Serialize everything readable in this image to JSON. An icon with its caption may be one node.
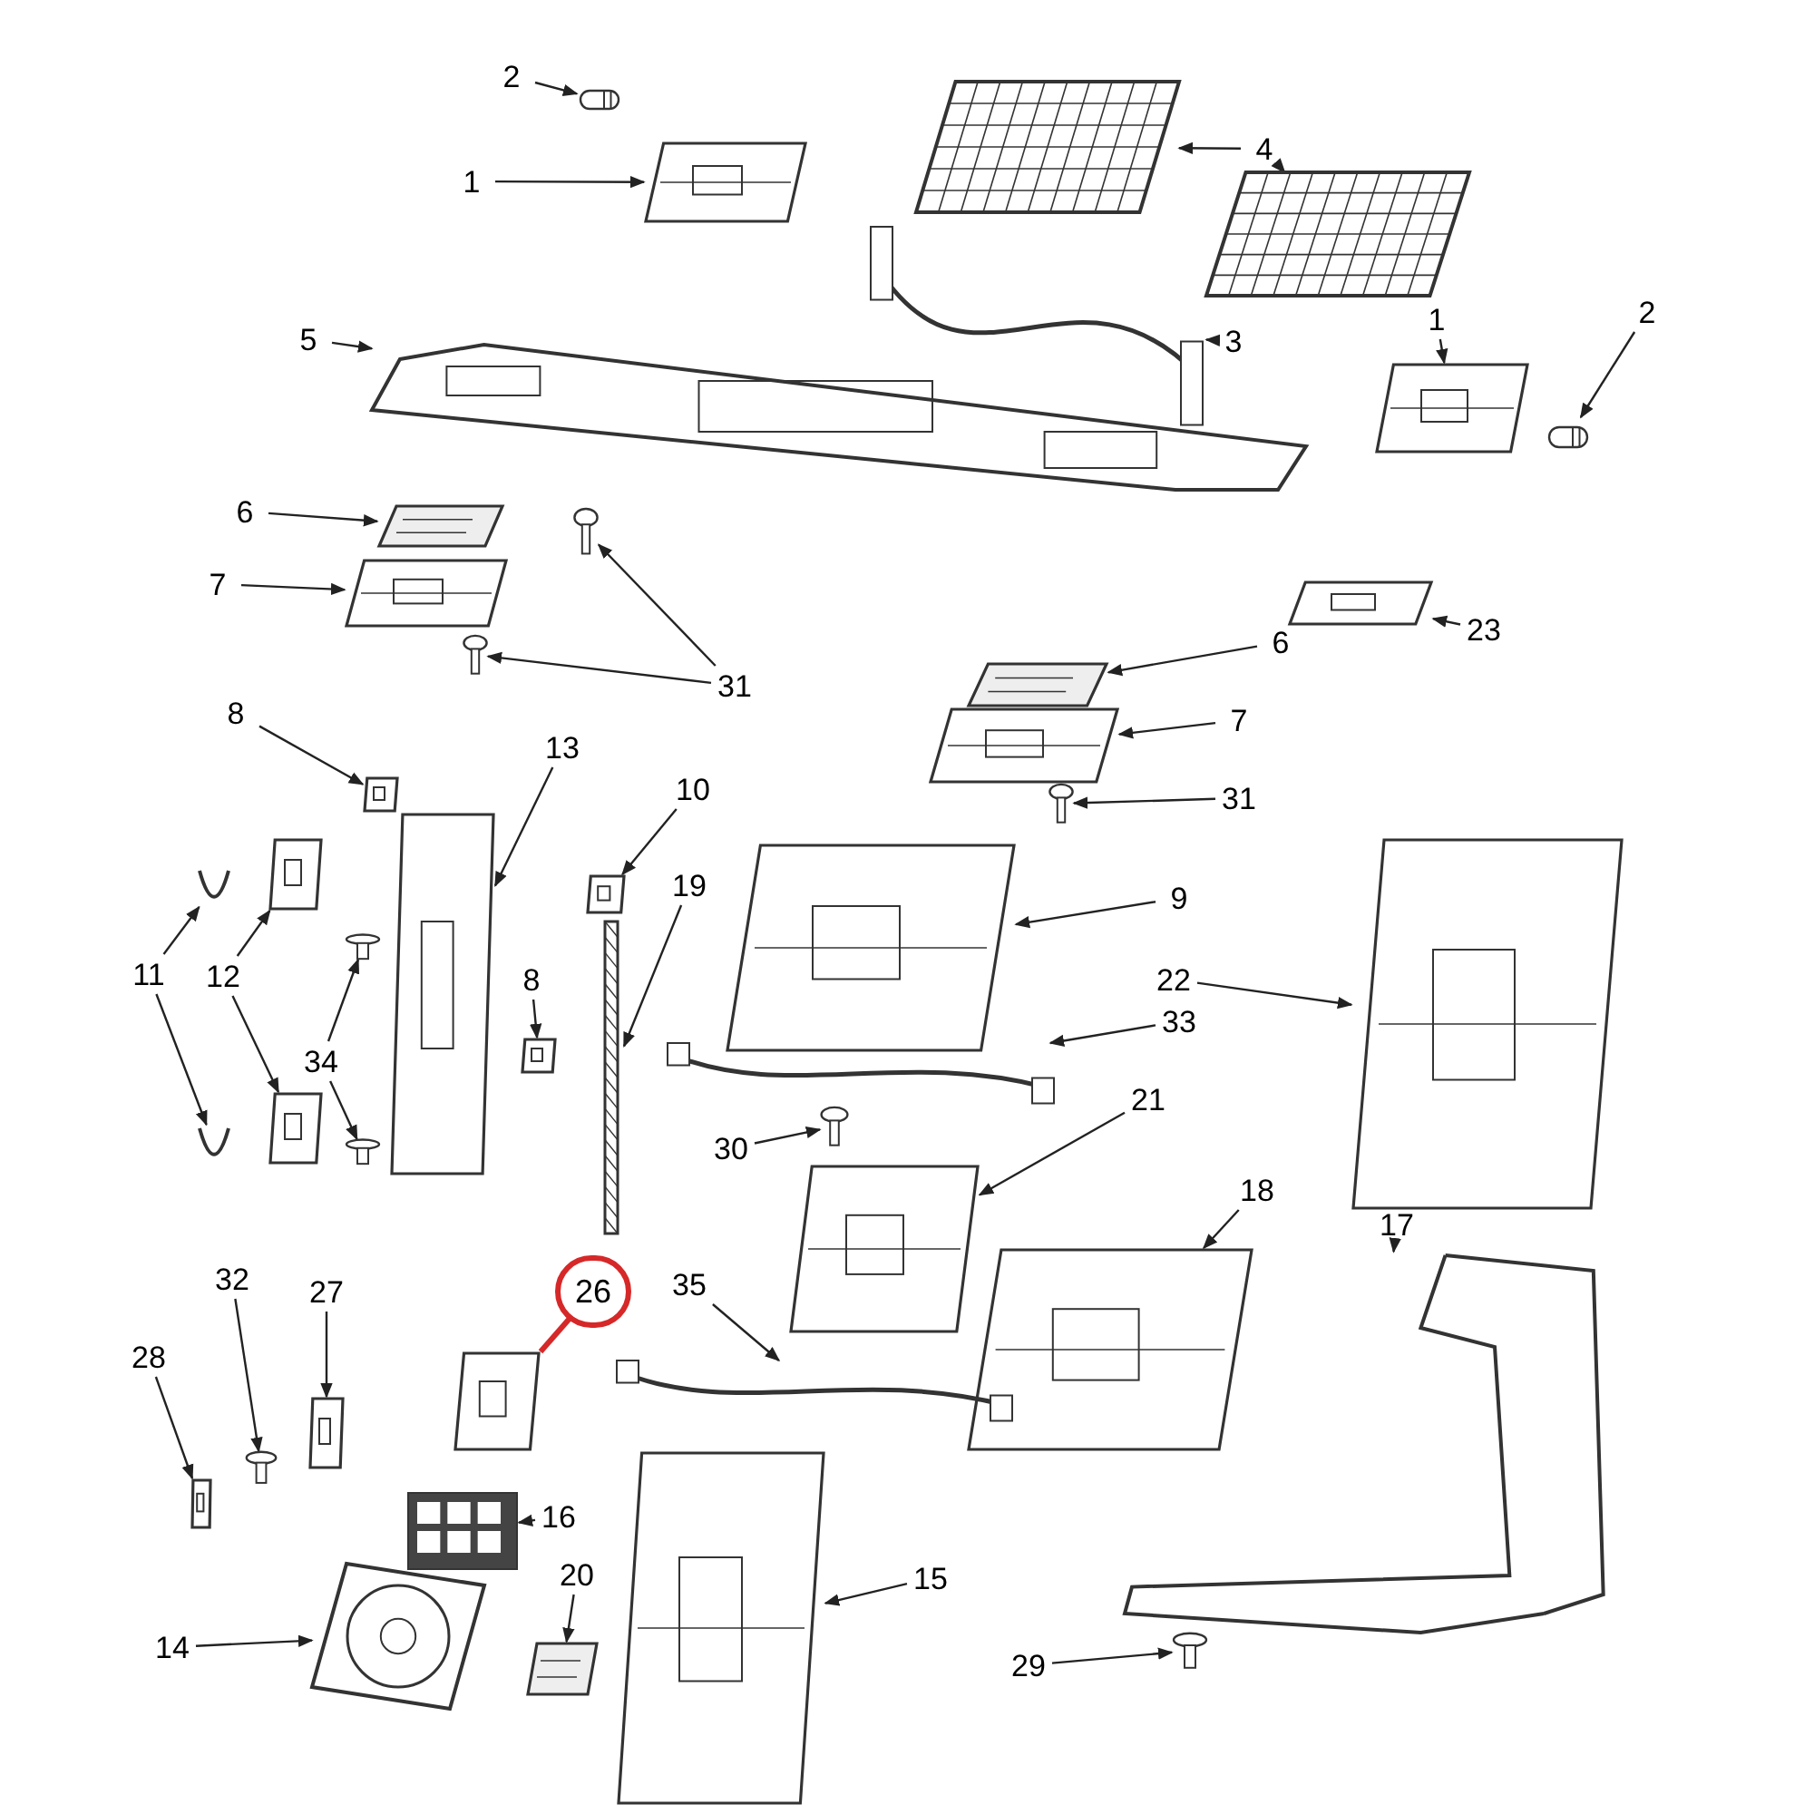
{
  "diagram": {
    "nodes": [
      {
        "text": [
          "2"
        ]
      },
      {
        "text": [],
        "shape": "picture"
      },
      {
        "text": [
          "1"
        ]
      },
      {
        "text": [],
        "shape": "picture"
      },
      {
        "text": [
          "4"
        ]
      },
      {
        "text": [],
        "shape": "picture"
      },
      {
        "text": [],
        "shape": "picture"
      },
      {
        "text": [
          "3"
        ]
      },
      {
        "text": [],
        "shape": "picture"
      },
      {
        "text": [
          "1"
        ]
      },
      {
        "text": [],
        "shape": "picture"
      },
      {
        "text": [
          "2"
        ]
      },
      {
        "text": [],
        "shape": "picture"
      },
      {
        "text": [
          "5"
        ]
      },
      {
        "text": [],
        "shape": "picture"
      },
      {
        "text": [
          "6"
        ]
      },
      {
        "text": [],
        "shape": "picture"
      },
      {
        "text": [
          "7"
        ]
      },
      {
        "text": [],
        "shape": "picture"
      },
      {
        "text": [
          "31"
        ]
      },
      {
        "text": [],
        "shape": "picture"
      },
      {
        "text": [],
        "shape": "picture"
      },
      {
        "text": [
          "23"
        ]
      },
      {
        "text": [],
        "shape": "picture"
      },
      {
        "text": [
          "6"
        ]
      },
      {
        "text": [],
        "shape": "picture"
      },
      {
        "text": [
          "7"
        ]
      },
      {
        "text": [],
        "shape": "picture"
      },
      {
        "text": [
          "31"
        ]
      },
      {
        "text": [],
        "shape": "picture"
      },
      {
        "text": [
          "8"
        ]
      },
      {
        "text": [],
        "shape": "picture"
      },
      {
        "text": [
          "13"
        ]
      },
      {
        "text": [],
        "shape": "picture"
      },
      {
        "text": [
          "10"
        ]
      },
      {
        "text": [],
        "shape": "picture"
      },
      {
        "text": [
          "11"
        ]
      },
      {
        "text": [],
        "shape": "picture"
      },
      {
        "text": [],
        "shape": "picture"
      },
      {
        "text": [
          "12"
        ]
      },
      {
        "text": [],
        "shape": "picture"
      },
      {
        "text": [],
        "shape": "picture"
      },
      {
        "text": [
          "34"
        ]
      },
      {
        "text": [],
        "shape": "picture"
      },
      {
        "text": [],
        "shape": "picture"
      },
      {
        "text": [
          "8"
        ]
      },
      {
        "text": [],
        "shape": "picture"
      },
      {
        "text": [
          "19"
        ]
      },
      {
        "text": [],
        "shape": "picture"
      },
      {
        "text": [
          "9"
        ]
      },
      {
        "text": [],
        "shape": "picture"
      },
      {
        "text": [
          "22"
        ]
      },
      {
        "text": [],
        "shape": "picture"
      },
      {
        "text": [
          "33"
        ]
      },
      {
        "text": [],
        "shape": "picture"
      },
      {
        "text": [
          "30"
        ]
      },
      {
        "text": [],
        "shape": "picture"
      },
      {
        "text": [
          "21"
        ]
      },
      {
        "text": [],
        "shape": "picture"
      },
      {
        "text": [
          "18"
        ]
      },
      {
        "text": [],
        "shape": "picture"
      },
      {
        "text": [
          "17"
        ]
      },
      {
        "text": [],
        "shape": "picture"
      },
      {
        "text": [
          "26"
        ]
      },
      {
        "text": [],
        "shape": "picture"
      },
      {
        "text": [
          "35"
        ]
      },
      {
        "text": [],
        "shape": "picture"
      },
      {
        "text": [
          "27"
        ]
      },
      {
        "text": [],
        "shape": "picture"
      },
      {
        "text": [
          "32"
        ]
      },
      {
        "text": [],
        "shape": "picture"
      },
      {
        "text": [
          "28"
        ]
      },
      {
        "text": [],
        "shape": "picture"
      },
      {
        "text": [
          "16"
        ]
      },
      {
        "text": [],
        "shape": "picture"
      },
      {
        "text": [
          "15"
        ]
      },
      {
        "text": [],
        "shape": "picture"
      },
      {
        "text": [
          "20"
        ]
      },
      {
        "text": [],
        "shape": "picture"
      },
      {
        "text": [
          "14"
        ]
      },
      {
        "text": [],
        "shape": "picture"
      },
      {
        "text": [
          "29"
        ]
      },
      {
        "text": [],
        "shape": "picture"
      }
    ],
    "edges": [
      {
        "from": 0,
        "to": 1,
        "arrow": "to"
      },
      {
        "from": 2,
        "to": 3,
        "arrow": "to"
      },
      {
        "from": 4,
        "to": 5,
        "arrow": "to"
      },
      {
        "from": 4,
        "to": 6,
        "arrow": "to"
      },
      {
        "from": 7,
        "to": 8,
        "arrow": "to"
      },
      {
        "from": 9,
        "to": 10,
        "arrow": "to"
      },
      {
        "from": 11,
        "to": 12,
        "arrow": "to"
      },
      {
        "from": 13,
        "to": 14,
        "arrow": "to"
      },
      {
        "from": 15,
        "to": 16,
        "arrow": "to"
      },
      {
        "from": 17,
        "to": 18,
        "arrow": "to"
      },
      {
        "from": 19,
        "to": 20,
        "arrow": "to"
      },
      {
        "from": 19,
        "to": 21,
        "arrow": "to"
      },
      {
        "from": 22,
        "to": 23,
        "arrow": "to"
      },
      {
        "from": 24,
        "to": 25,
        "arrow": "to"
      },
      {
        "from": 26,
        "to": 27,
        "arrow": "to"
      },
      {
        "from": 28,
        "to": 29,
        "arrow": "to"
      },
      {
        "from": 30,
        "to": 31,
        "arrow": "to"
      },
      {
        "from": 32,
        "to": 33,
        "arrow": "to"
      },
      {
        "from": 34,
        "to": 35,
        "arrow": "to"
      },
      {
        "from": 36,
        "to": 37,
        "arrow": "to"
      },
      {
        "from": 36,
        "to": 38,
        "arrow": "to"
      },
      {
        "from": 39,
        "to": 40,
        "arrow": "to"
      },
      {
        "from": 39,
        "to": 41,
        "arrow": "to"
      },
      {
        "from": 42,
        "to": 43,
        "arrow": "to"
      },
      {
        "from": 42,
        "to": 44,
        "arrow": "to"
      },
      {
        "from": 45,
        "to": 46,
        "arrow": "to"
      },
      {
        "from": 47,
        "to": 48,
        "arrow": "to"
      },
      {
        "from": 49,
        "to": 50,
        "arrow": "to"
      },
      {
        "from": 51,
        "to": 52,
        "arrow": "to"
      },
      {
        "from": 53,
        "to": 54,
        "arrow": "to"
      },
      {
        "from": 55,
        "to": 56,
        "arrow": "to"
      },
      {
        "from": 57,
        "to": 58,
        "arrow": "to"
      },
      {
        "from": 59,
        "to": 60,
        "arrow": "to"
      },
      {
        "from": 61,
        "to": 62,
        "arrow": "to"
      },
      {
        "from": 63,
        "to": 64,
        "arrow": "none",
        "style": "thick",
        "color": "#d62828"
      },
      {
        "from": 65,
        "to": 66,
        "arrow": "to"
      },
      {
        "from": 67,
        "to": 68,
        "arrow": "to"
      },
      {
        "from": 69,
        "to": 70,
        "arrow": "to"
      },
      {
        "from": 71,
        "to": 72,
        "arrow": "to"
      },
      {
        "from": 73,
        "to": 74,
        "arrow": "to"
      },
      {
        "from": 75,
        "to": 76,
        "arrow": "to"
      },
      {
        "from": 77,
        "to": 78,
        "arrow": "to"
      },
      {
        "from": 79,
        "to": 80,
        "arrow": "to"
      },
      {
        "from": 81,
        "to": 82,
        "arrow": "to"
      }
    ]
  }
}
